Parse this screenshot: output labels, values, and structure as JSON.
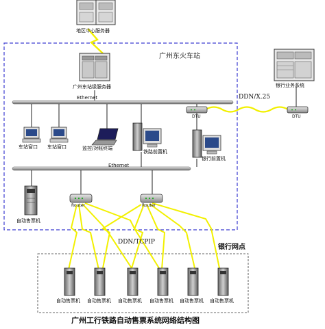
{
  "diagram": {
    "title": "广州工行铁路自动售票系统网络结构图",
    "station_area_label": "广州东火车站",
    "bank_area_label": "银行网点",
    "ethernet_label": "Ethernet",
    "ethernet_label_2": "Ethernet",
    "ddn_x25_label": "DDN/X.25",
    "ddn_tcpip_label": "DDN/TCPIP",
    "nodes": {
      "regional_center_server": "地区中心服务器",
      "station_server": "广州东站级服务器",
      "bank_business_system": "银行业务系统",
      "dtu_left": "DTU",
      "dtu_right": "DTU",
      "station_window_1": "车站窗口",
      "station_window_2": "车站窗口",
      "monitor_terminal": "监控/对帐终端",
      "railway_frontend": "铁路前置机",
      "bank_frontend": "银行前置机",
      "ticket_machine_station": "自动售票机",
      "router_left": "Router",
      "router_right": "Router"
    },
    "bank_machines": [
      "自动售票机",
      "自动售票机",
      "自动售票机",
      "自动售票机",
      "自动售票机",
      "自动售票机"
    ]
  }
}
